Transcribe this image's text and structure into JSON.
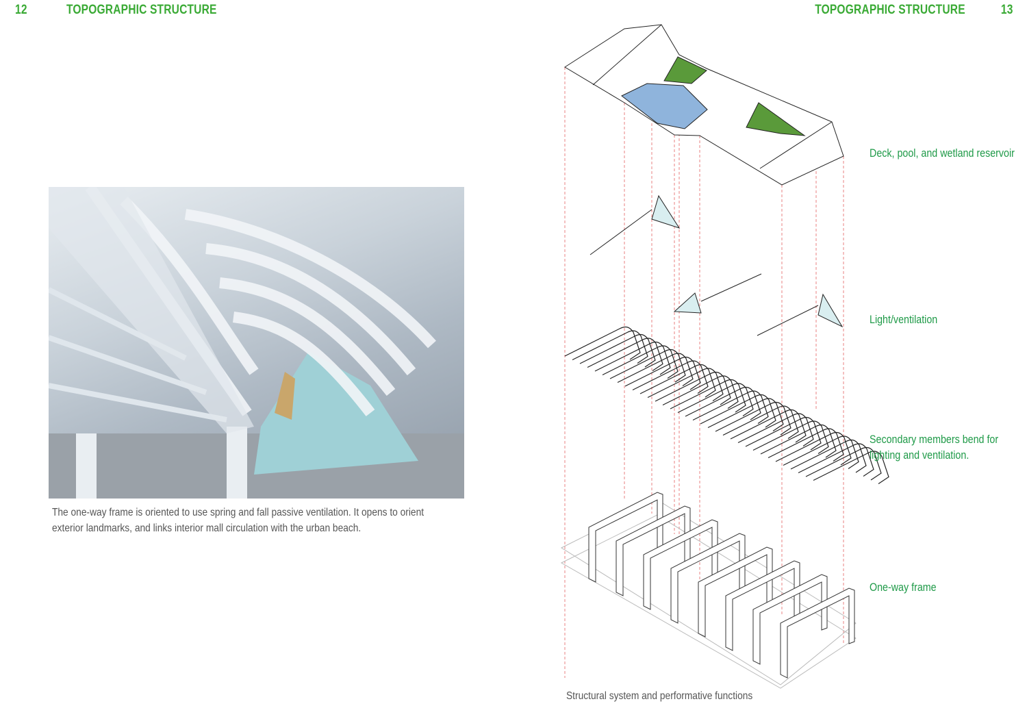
{
  "left_page": {
    "page_number": "12",
    "section_title": "TOPOGRAPHIC STRUCTURE",
    "photo_caption_line1": "The one-way frame is oriented to use spring and fall passive ventilation. It opens to orient",
    "photo_caption_line2": "exterior landmarks, and links interior mall circulation with the urban beach."
  },
  "right_page": {
    "page_number": "13",
    "section_title": "TOPOGRAPHIC STRUCTURE",
    "diagram_labels": {
      "deck": "Deck, pool, and wetland reservoir",
      "light": "Light/ventilation",
      "secondary_line1": "Secondary members bend for",
      "secondary_line2": "lighting and ventilation.",
      "frame": "One-way frame"
    },
    "diagram_caption": "Structural system and performative functions"
  },
  "colors": {
    "header_green": "#3aaa35",
    "label_green": "#1f9a48",
    "wetland_green": "#5a9a3a",
    "pool_blue": "#8fb4dc",
    "guide_red": "#e88080"
  }
}
